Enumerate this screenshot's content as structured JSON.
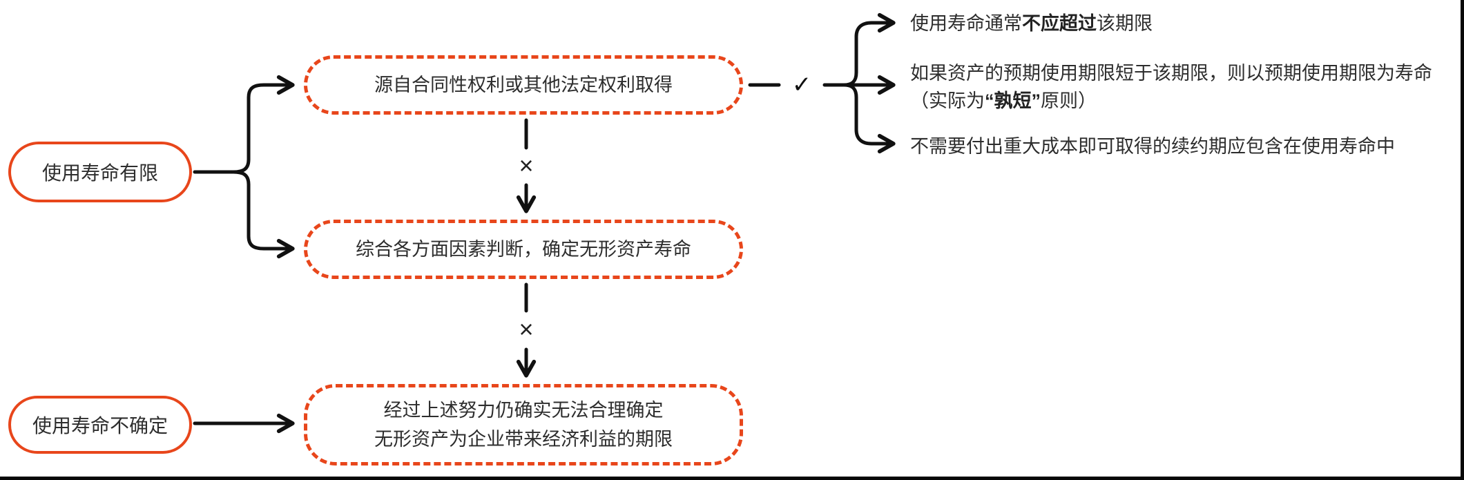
{
  "nodes": {
    "finite": {
      "label": "使用寿命有限"
    },
    "indefinite": {
      "label": "使用寿命不确定"
    }
  },
  "boxes": {
    "contractual": {
      "label": "源自合同性权利或其他法定权利取得"
    },
    "judgement": {
      "label": "综合各方面因素判断，确定无形资产寿命"
    },
    "unable": {
      "line1": "经过上述努力仍确实无法合理确定",
      "line2": "无形资产为企业带来经济利益的期限"
    }
  },
  "marks": {
    "check": "✓",
    "cross_1": "×",
    "cross_2": "×"
  },
  "outcomes": {
    "rule1": {
      "pre": "使用寿命通常",
      "bold": "不应超过",
      "post": "该期限"
    },
    "rule2": {
      "line1": "如果资产的预期使用期限短于该期限，则以预期使用期限为寿命",
      "line2_pre": "（实际为",
      "line2_bold": "“孰短”",
      "line2_post": "原则）"
    },
    "rule3": {
      "text": "不需要付出重大成本即可取得的续约期应包含在使用寿命中"
    }
  },
  "colors": {
    "accent": "#e8461b",
    "line": "#111111",
    "text": "#2d2d2d",
    "frame_border": "#070707"
  }
}
